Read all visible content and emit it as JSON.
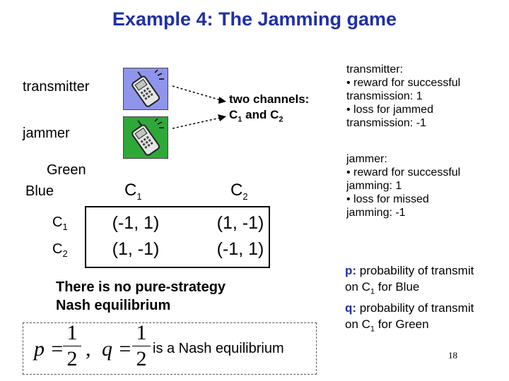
{
  "slide": {
    "title": "Example 4: The Jamming game",
    "transmitter_label": "transmitter",
    "jammer_label": "jammer",
    "channels_line1": "two channels:",
    "channels_c1": "C",
    "channels_sub1": "1",
    "channels_and": " and C",
    "channels_sub2": "2",
    "transmitter_info": [
      "transmitter:",
      "• reward for successful",
      "transmission: 1",
      "• loss for jammed",
      "transmission: -1"
    ],
    "jammer_info": [
      "jammer:",
      "• reward for successful",
      "jamming: 1",
      "• loss for missed",
      "jamming: -1"
    ],
    "table": {
      "col_player": "Green",
      "row_player": "Blue",
      "col_headers": [
        {
          "base": "C",
          "sub": "1"
        },
        {
          "base": "C",
          "sub": "2"
        }
      ],
      "row_headers": [
        {
          "base": "C",
          "sub": "1"
        },
        {
          "base": "C",
          "sub": "2"
        }
      ],
      "cells": [
        [
          "(-1, 1)",
          "(1, -1)"
        ],
        [
          "(1, -1)",
          "(-1, 1)"
        ]
      ]
    },
    "no_pure_line1": "There is no pure-strategy",
    "no_pure_line2": "Nash equilibrium",
    "nash_eq": {
      "p_label": "p =",
      "p_num": "1",
      "p_den": "2",
      "sep": ",",
      "q_label": "q =",
      "q_num": "1",
      "q_den": "2",
      "text": "is a Nash equilibrium"
    },
    "p_def": {
      "label": "p:",
      "text": "probability of transmit",
      "line2a": "on C",
      "sub": "1",
      "line2b": " for Blue"
    },
    "q_def": {
      "label": "q:",
      "text": "probability of transmit",
      "line2a": "on C",
      "sub": "1",
      "line2b": " for Green"
    },
    "page_number": "18",
    "colors": {
      "title": "#1f2fa8",
      "blue_phone_bg": "#8f95ea",
      "green_phone_bg": "#2fa83a"
    }
  }
}
